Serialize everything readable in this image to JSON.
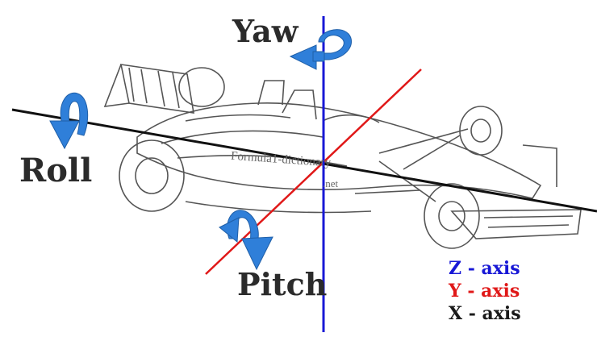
{
  "labels": {
    "yaw": "Yaw",
    "roll": "Roll",
    "pitch": "Pitch"
  },
  "legend": [
    {
      "text": "Z - axis",
      "color": "#1818d6"
    },
    {
      "text": "Y - axis",
      "color": "#e01818"
    },
    {
      "text": "X - axis",
      "color": "#1a1a1a"
    }
  ],
  "watermark": {
    "line1": "Formula1-dictionary",
    "line2": ".net"
  },
  "colors": {
    "z_axis": "#1818d6",
    "y_axis": "#e01818",
    "x_axis": "#111111",
    "rotation_arrow": "#2f7fd9",
    "car_outline": "#555555"
  },
  "icons": {
    "yaw_arrow": "rotation-arrow-icon",
    "roll_arrow": "rotation-arrow-icon",
    "pitch_arrow": "rotation-arrow-icon"
  }
}
